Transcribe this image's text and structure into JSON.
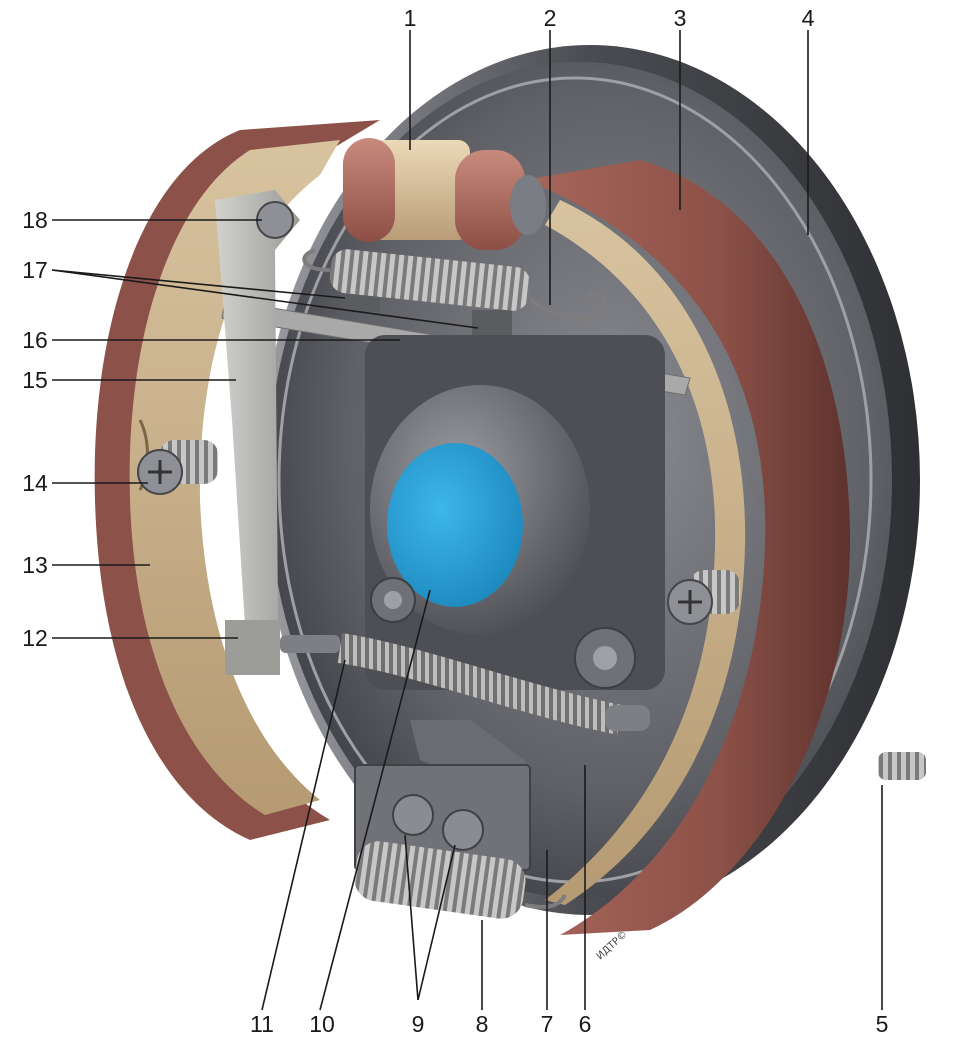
{
  "figure": {
    "callouts": {
      "c1": "1",
      "c2": "2",
      "c3": "3",
      "c4": "4",
      "c5": "5",
      "c6": "6",
      "c7": "7",
      "c8": "8",
      "c9": "9",
      "c10": "10",
      "c11": "11",
      "c12": "12",
      "c13": "13",
      "c14": "14",
      "c15": "15",
      "c16": "16",
      "c17": "17",
      "c18": "18"
    },
    "credit": "ИДТР©"
  },
  "colors": {
    "shoe_lining": "#8c5148",
    "shoe_web": "#c8b08a",
    "backing_plate": "#6a6c72",
    "hub_cap": "#2aa3d9",
    "cylinder_body": "#d2b893",
    "cylinder_boot": "#a9665b",
    "lever": "#b7b7b4",
    "spring": "#8c8c8c"
  }
}
